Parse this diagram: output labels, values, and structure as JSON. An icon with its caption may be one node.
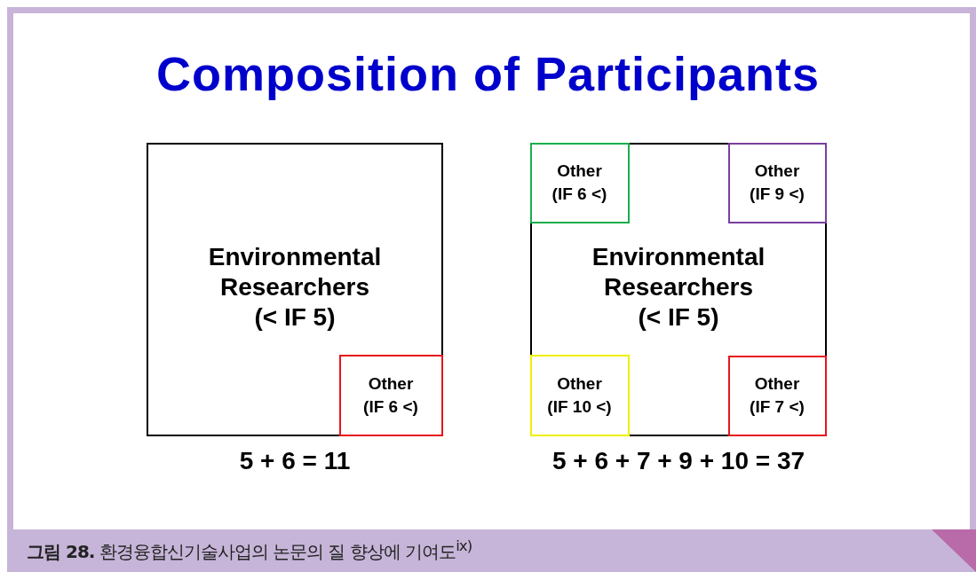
{
  "diagram": {
    "title": "Composition of Participants",
    "caption": "**그림 28.** 환경융합신기술사업의 논문의 질 향상에 기여도$^{ix)}$",
    "nodes": [
      {
        "text": [
          "Environmental Researchers (< IF 5)"
        ],
        "beside": [
          "5 + 6 = 11"
        ]
      },
      {
        "text": [
          "Other (IF 6 <)"
        ],
        "in": 0
      },
      {
        "text": [
          "Environmental Researchers (< IF 5)"
        ],
        "beside": [
          "5 + 6 + 7 + 9 + 10 = 37"
        ]
      },
      {
        "text": [
          "Other (IF 6 <)"
        ],
        "in": 2
      },
      {
        "text": [
          "Other (IF 9 <)"
        ],
        "in": 2
      },
      {
        "text": [
          "Other (IF 10 <)"
        ],
        "in": 2
      },
      {
        "text": [
          "Other (IF 7 <)"
        ],
        "in": 2
      }
    ]
  }
}
